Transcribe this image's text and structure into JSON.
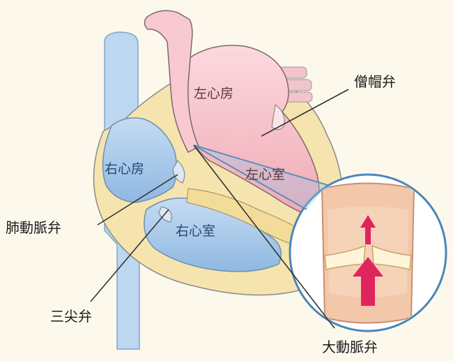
{
  "labels": {
    "left_atrium": "左心房",
    "left_ventricle": "左心室",
    "right_atrium": "右心房",
    "right_ventricle": "右心室",
    "mitral_valve": "僧帽弁",
    "pulmonary_valve": "肺動脈弁",
    "tricuspid_valve": "三尖弁",
    "aortic_valve": "大動脈弁"
  },
  "colors": {
    "background": "#fdf8ec",
    "left_heart": "#f2b3bd",
    "right_heart": "#9cc1e6",
    "vein": "#b9d6ef",
    "wall": "#f6e3ad",
    "arrow": "#e0245e"
  }
}
